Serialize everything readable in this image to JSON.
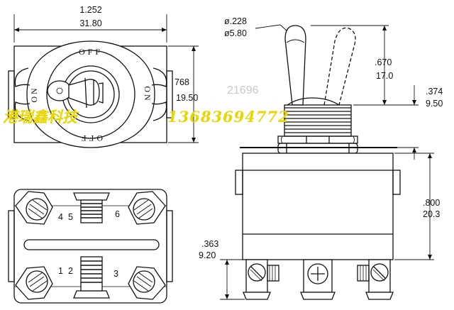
{
  "top_view": {
    "width_in": "1.252",
    "width_mm": "31.80",
    "height_in": "768",
    "height_mm": "19.50",
    "off_label": "OFF",
    "on_label": "ON"
  },
  "side_view": {
    "tip_in": "ø.228",
    "tip_mm": "ø5.80",
    "lever_in": ".670",
    "lever_mm": "17.0",
    "bushing_in": ".374",
    "bushing_mm": "9.50",
    "body_in": ".800",
    "body_mm": "20.3",
    "terminal_in": ".363",
    "terminal_mm": "9.20",
    "bushing_marking": "21696"
  },
  "bottom_view": {
    "terminal_numbers": [
      "4",
      "5",
      "6",
      "1",
      "2",
      "3"
    ]
  },
  "watermark": {
    "company": "港瑞鑫科技",
    "phone": "13683694772"
  }
}
